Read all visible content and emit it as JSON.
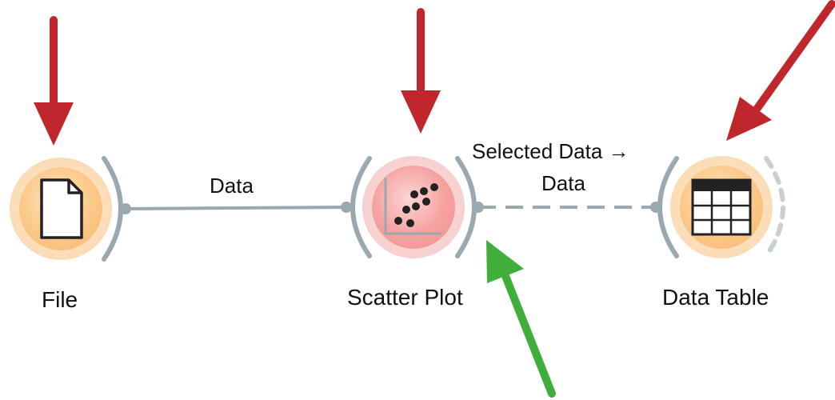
{
  "workflow": {
    "nodes": [
      {
        "id": "file",
        "label": "File",
        "icon": "document-icon",
        "color": "#fcc98a"
      },
      {
        "id": "scatter",
        "label": "Scatter Plot",
        "icon": "scatter-plot-icon",
        "color": "#f6a3a1"
      },
      {
        "id": "table",
        "label": "Data Table",
        "icon": "table-icon",
        "color": "#fcc98a"
      }
    ],
    "links": [
      {
        "from": "file",
        "to": "scatter",
        "label": "Data",
        "style": "solid"
      },
      {
        "from": "scatter",
        "to": "table",
        "label_source": "Selected Data →",
        "label_target": "Data",
        "style": "dashed"
      }
    ]
  },
  "annotations": {
    "red_arrow_color": "#c0272d",
    "green_arrow_color": "#3fae3a"
  }
}
